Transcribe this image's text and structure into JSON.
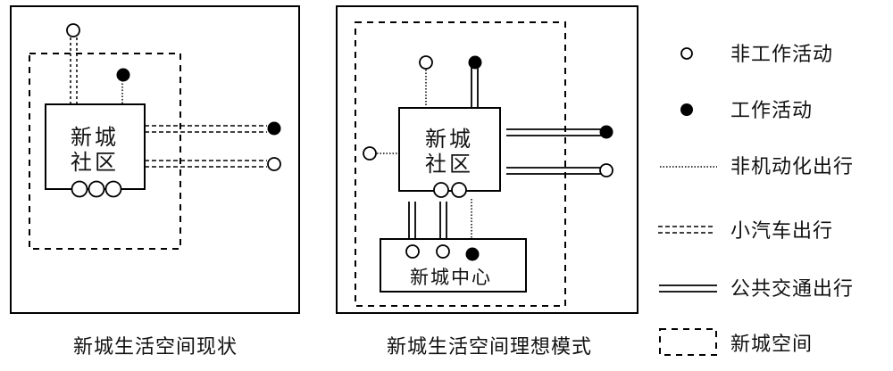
{
  "colors": {
    "ink": "#000000",
    "background": "#ffffff"
  },
  "left_panel": {
    "caption": "新城生活空间现状",
    "community_label_line1": "新城",
    "community_label_line2": "社区"
  },
  "right_panel": {
    "caption": "新城生活空间理想模式",
    "community_label_line1": "新城",
    "community_label_line2": "社区",
    "center_label": "新城中心"
  },
  "legend": {
    "items": [
      {
        "symbol": "open-circle",
        "label": "非工作活动"
      },
      {
        "symbol": "filled-circle",
        "label": "工作活动"
      },
      {
        "symbol": "dotted-line",
        "label": "非机动化出行"
      },
      {
        "symbol": "double-dashed-line",
        "label": "小汽车出行"
      },
      {
        "symbol": "double-solid-line",
        "label": "公共交通出行"
      },
      {
        "symbol": "dashed-box",
        "label": "新城空间"
      }
    ]
  }
}
